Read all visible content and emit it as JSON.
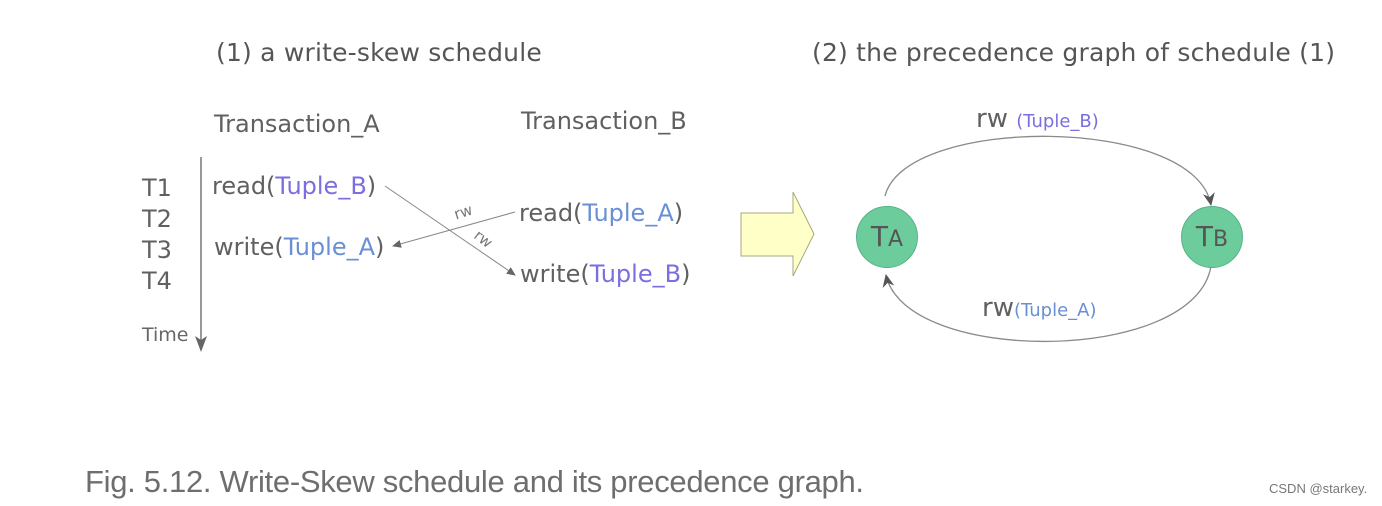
{
  "left_panel": {
    "title": "(1) a write-skew schedule",
    "transaction_a": "Transaction_A",
    "transaction_b": "Transaction_B",
    "ticks": [
      "T1",
      "T2",
      "T3",
      "T4"
    ],
    "time_label": "Time",
    "ops": {
      "a_read": {
        "verb": "read(",
        "tuple": "Tuple_B",
        "close": ")"
      },
      "a_write": {
        "verb": "write(",
        "tuple": "Tuple_A",
        "close": ")"
      },
      "b_read": {
        "verb": "read(",
        "tuple": "Tuple_A",
        "close": ")"
      },
      "b_write": {
        "verb": "write(",
        "tuple": "Tuple_B",
        "close": ")"
      }
    },
    "rw_label_1": "rw",
    "rw_label_2": "rw"
  },
  "right_panel": {
    "title": "(2) the precedence graph of schedule (1)",
    "node_a": {
      "main": "T",
      "sub": "A"
    },
    "node_b": {
      "main": "T",
      "sub": "B"
    },
    "top_edge": {
      "label": "rw",
      "tuple": "(Tuple_B)"
    },
    "bottom_edge": {
      "label": "rw",
      "tuple": "(Tuple_A)"
    }
  },
  "caption": "Fig. 5.12. Write-Skew schedule and its precedence graph.",
  "watermark": "CSDN @starkey.",
  "colors": {
    "node_fill": "#6dcc9c",
    "arrow_fill": "#ffffc8",
    "arrow_stroke": "#a8a87c",
    "tuple_blue": "#6a8fd4",
    "tuple_purple": "#7a6ee0"
  }
}
